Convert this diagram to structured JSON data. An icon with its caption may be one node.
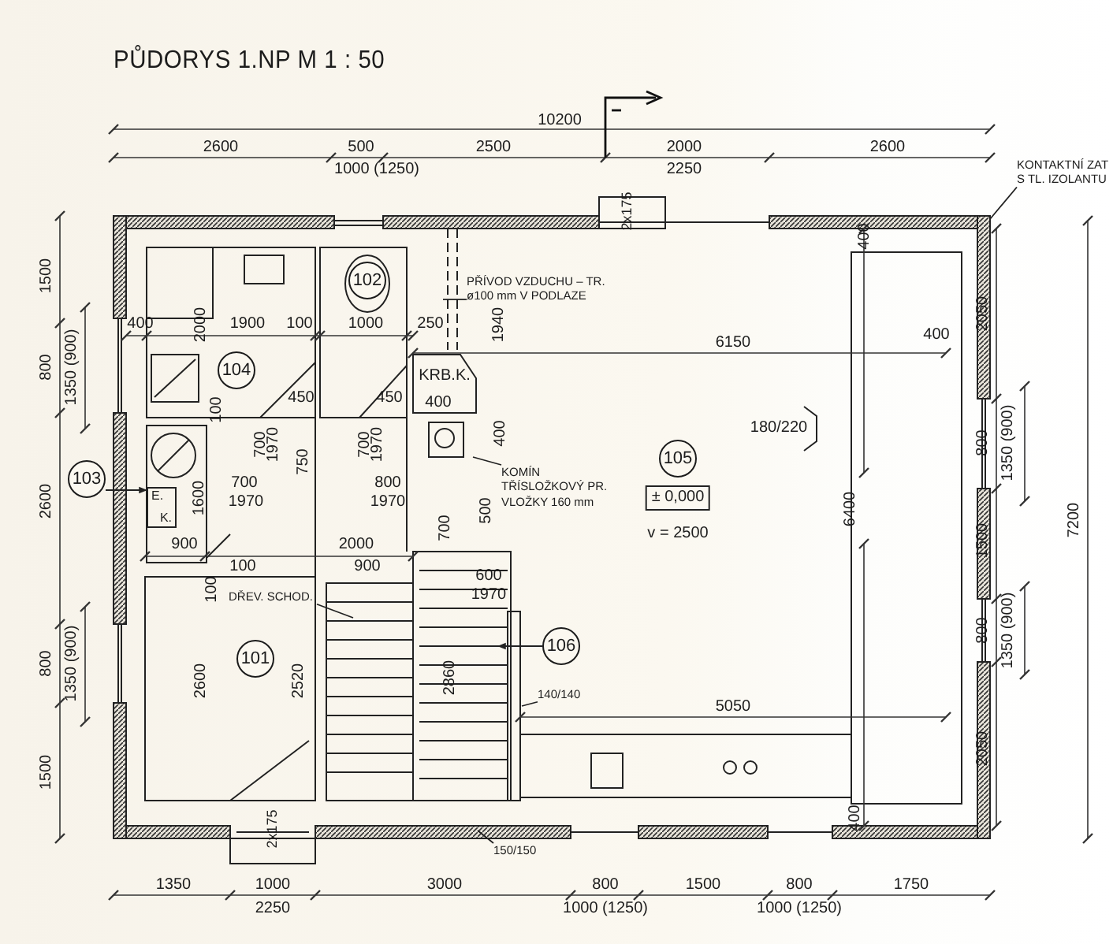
{
  "diagram": {
    "title": "PŮDORYS 1.NP M 1 : 50",
    "nodes": [
      {
        "text": [
          "102"
        ]
      },
      {
        "text": [
          "104"
        ]
      },
      {
        "text": [
          "103"
        ]
      },
      {
        "text": [
          "105"
        ]
      },
      {
        "text": [
          "101"
        ]
      },
      {
        "text": [
          "106"
        ]
      },
      {
        "text": [
          "PŘÍVOD VZDUCHU – TR. ø100 mm V PODLAZE"
        ]
      },
      {
        "text": [
          "KOMÍN TŘÍSLOŽKOVÝ PR. VLOŽKY 160 mm"
        ]
      },
      {
        "text": [
          "DŘEV. SCHOD."
        ]
      },
      {
        "text": [
          "140/140"
        ]
      },
      {
        "text": [
          "150/150"
        ]
      },
      {
        "text": [
          "KONTAKTNÍ ZAT S TL. IZOLANTU"
        ]
      },
      {
        "text": [
          "E.",
          "K."
        ]
      }
    ],
    "edges": [
      {
        "from": 2,
        "to": 12,
        "arrow": "to"
      },
      {
        "from": 5,
        "to": null,
        "arrow": "to"
      },
      {
        "from": 6,
        "to": null,
        "arrow": "none"
      },
      {
        "from": 7,
        "to": null,
        "arrow": "none"
      },
      {
        "from": 8,
        "to": null,
        "arrow": "none"
      },
      {
        "from": 9,
        "to": null,
        "arrow": "none"
      },
      {
        "from": 10,
        "to": null,
        "arrow": "none"
      },
      {
        "from": 11,
        "to": null,
        "arrow": "none"
      }
    ],
    "labels": [
      "10200",
      "2600",
      "500",
      "1000 (1250)",
      "2500",
      "2000",
      "2250",
      "2600",
      "2x175",
      "400",
      "1500",
      "2050",
      "400",
      "2000",
      "1900",
      "100",
      "1000",
      "250",
      "1940",
      "6150",
      "400",
      "800",
      "1350 (900)",
      "KRB.K.",
      "450",
      "450",
      "400",
      "100",
      "180/220",
      "800",
      "1350 (900)",
      "400",
      "700",
      "1970",
      "700",
      "1970",
      "750",
      "700",
      "800",
      "2600",
      "1600",
      "1970",
      "1970",
      "500",
      "± 0,000",
      "6400",
      "700",
      "v = 2500",
      "1500",
      "7200",
      "900",
      "2000",
      "100",
      "900",
      "100",
      "600",
      "1970",
      "800",
      "1350 (900)",
      "2600",
      "2520",
      "2860",
      "800",
      "1350 (900)",
      "5050",
      "2050",
      "1500",
      "2x175",
      "400",
      "1350",
      "1000",
      "2250",
      "3000",
      "800",
      "1000 (1250)",
      "1500",
      "800",
      "1000 (1250)",
      "1750"
    ]
  }
}
